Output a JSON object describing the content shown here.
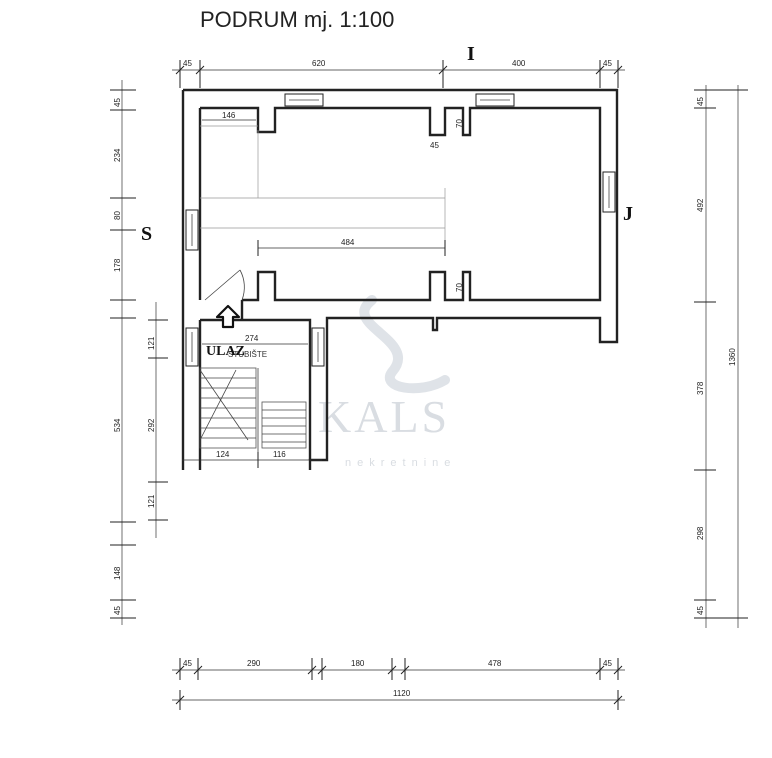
{
  "title": "PODRUM  mj. 1:100",
  "orientation": {
    "north": "I",
    "east": "J",
    "west": "S"
  },
  "entrance_label": "ULAZ",
  "room_label": "STUBIŠTE",
  "watermark": {
    "logo": "KALS",
    "tagline": "nekretnine"
  },
  "dimensions": {
    "top": [
      "45",
      "620",
      "400",
      "45"
    ],
    "bottom_segments": [
      "45",
      "290",
      "180",
      "478",
      "45"
    ],
    "bottom_total": "1120",
    "left": [
      "45",
      "234",
      "80",
      "178"
    ],
    "left_lower": [
      "121",
      "292",
      "121"
    ],
    "left_total_lower": "534",
    "left_bottom": [
      "148",
      "45"
    ],
    "right": [
      "45",
      "492",
      "378",
      "298",
      "45"
    ],
    "right_total": "1360",
    "interior": {
      "d146": "146",
      "d484": "484",
      "d274": "274",
      "d124": "124",
      "d116": "116",
      "d70a": "70",
      "d70b": "70",
      "d45": "45"
    }
  }
}
